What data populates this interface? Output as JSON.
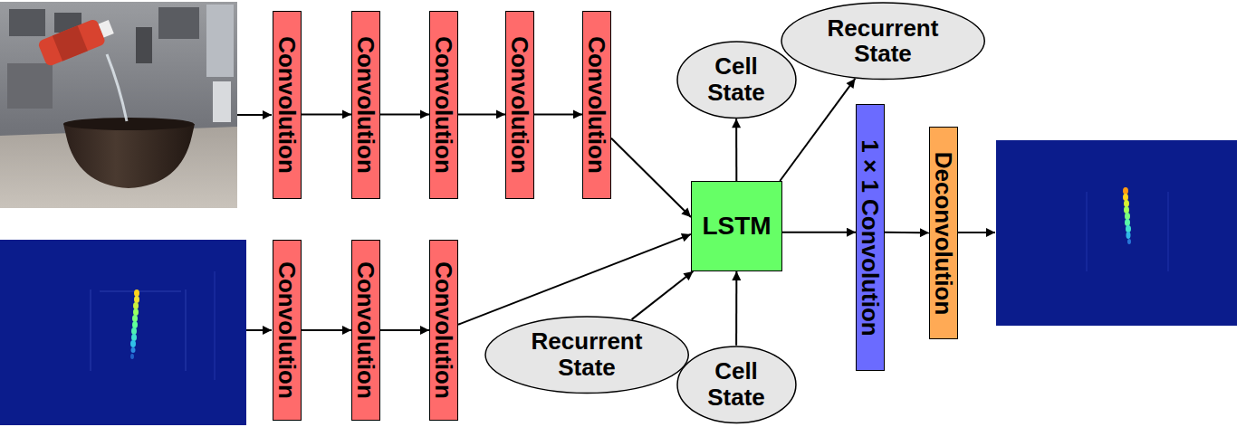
{
  "diagram": {
    "nodes": [
      {
        "text": [
          "Convolution"
        ]
      },
      {
        "text": [
          "Convolution"
        ]
      },
      {
        "text": [
          "Convolution"
        ]
      },
      {
        "text": [
          "Convolution"
        ]
      },
      {
        "text": [
          "Convolution"
        ]
      },
      {
        "text": [
          "Convolution"
        ]
      },
      {
        "text": [
          "Convolution"
        ]
      },
      {
        "text": [
          "Convolution"
        ]
      },
      {
        "text": [
          "Cell State"
        ]
      },
      {
        "text": [
          "Recurrent State"
        ]
      },
      {
        "text": [
          "LSTM"
        ]
      },
      {
        "text": [
          "1 × 1 Convolution"
        ]
      },
      {
        "text": [
          "Deconvolution"
        ]
      },
      {
        "text": [
          "Recurrent State"
        ]
      },
      {
        "text": [
          "Cell State"
        ]
      }
    ],
    "edges": [
      {
        "from": 0,
        "to": 1,
        "arrow": "to"
      },
      {
        "from": 1,
        "to": 2,
        "arrow": "to"
      },
      {
        "from": 2,
        "to": 3,
        "arrow": "to"
      },
      {
        "from": 3,
        "to": 4,
        "arrow": "to"
      },
      {
        "from": 4,
        "to": 10,
        "arrow": "to"
      },
      {
        "from": 5,
        "to": 6,
        "arrow": "to"
      },
      {
        "from": 6,
        "to": 7,
        "arrow": "to"
      },
      {
        "from": 7,
        "to": 10,
        "arrow": "to"
      },
      {
        "from": 13,
        "to": 10,
        "arrow": "to"
      },
      {
        "from": 14,
        "to": 10,
        "arrow": "to"
      },
      {
        "from": 10,
        "to": 8,
        "arrow": "to"
      },
      {
        "from": 10,
        "to": 9,
        "arrow": "to"
      },
      {
        "from": 10,
        "to": 11,
        "arrow": "to"
      },
      {
        "from": 11,
        "to": 12,
        "arrow": "to"
      }
    ]
  }
}
